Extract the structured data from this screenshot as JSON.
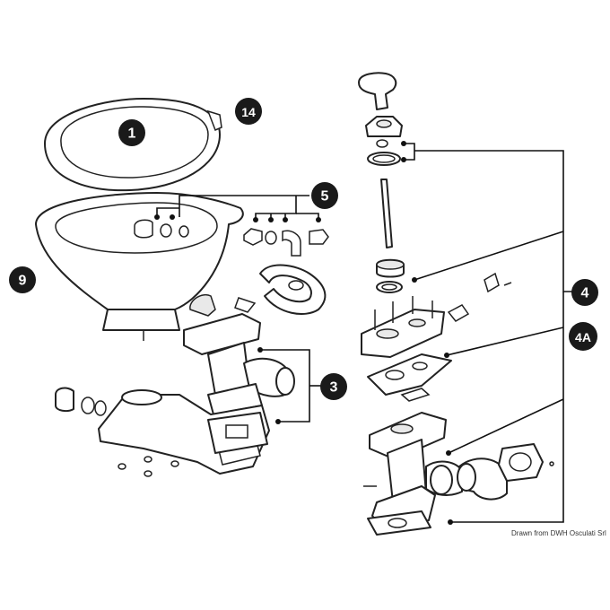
{
  "callouts": {
    "c1": "1",
    "c14": "14",
    "c5": "5",
    "c9": "9",
    "c3": "3",
    "c4": "4",
    "c4a": "4A"
  },
  "credit": "Drawn from DWH Osculati Srl",
  "colors": {
    "ink": "#1a1a1a",
    "background": "#ffffff"
  }
}
